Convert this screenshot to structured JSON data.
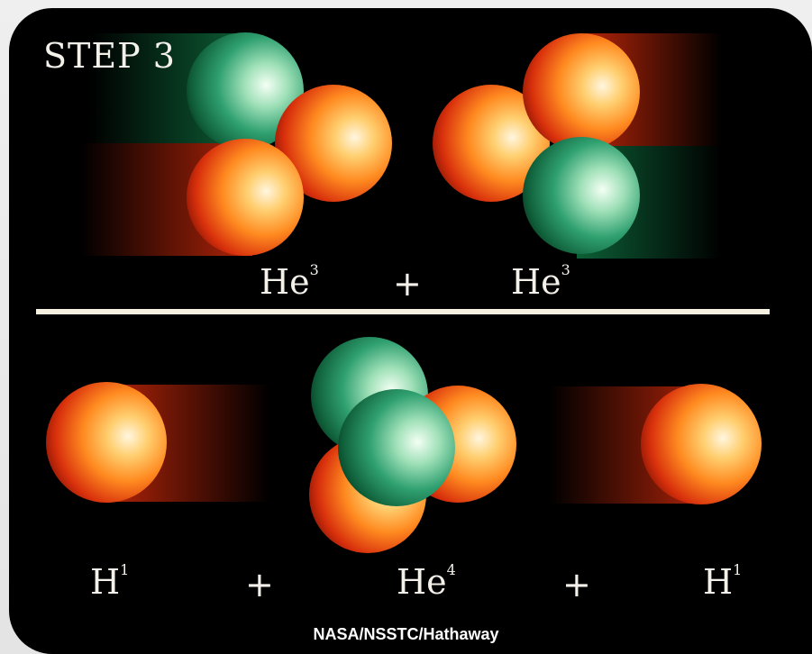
{
  "title": "STEP 3",
  "reactants": [
    {
      "symbol": "He",
      "mass": "3"
    },
    {
      "symbol": "He",
      "mass": "3"
    }
  ],
  "reactant_plus": "+",
  "products": [
    {
      "symbol": "H",
      "mass": "1"
    },
    {
      "symbol": "He",
      "mass": "4"
    },
    {
      "symbol": "H",
      "mass": "1"
    }
  ],
  "product_plus": [
    "+",
    "+"
  ],
  "credit": "NASA/NSSTC/Hathaway",
  "colors": {
    "proton": "#e8501c",
    "neutron": "#1f8a5a",
    "background": "#000000",
    "divider": "#f6f1e0"
  }
}
